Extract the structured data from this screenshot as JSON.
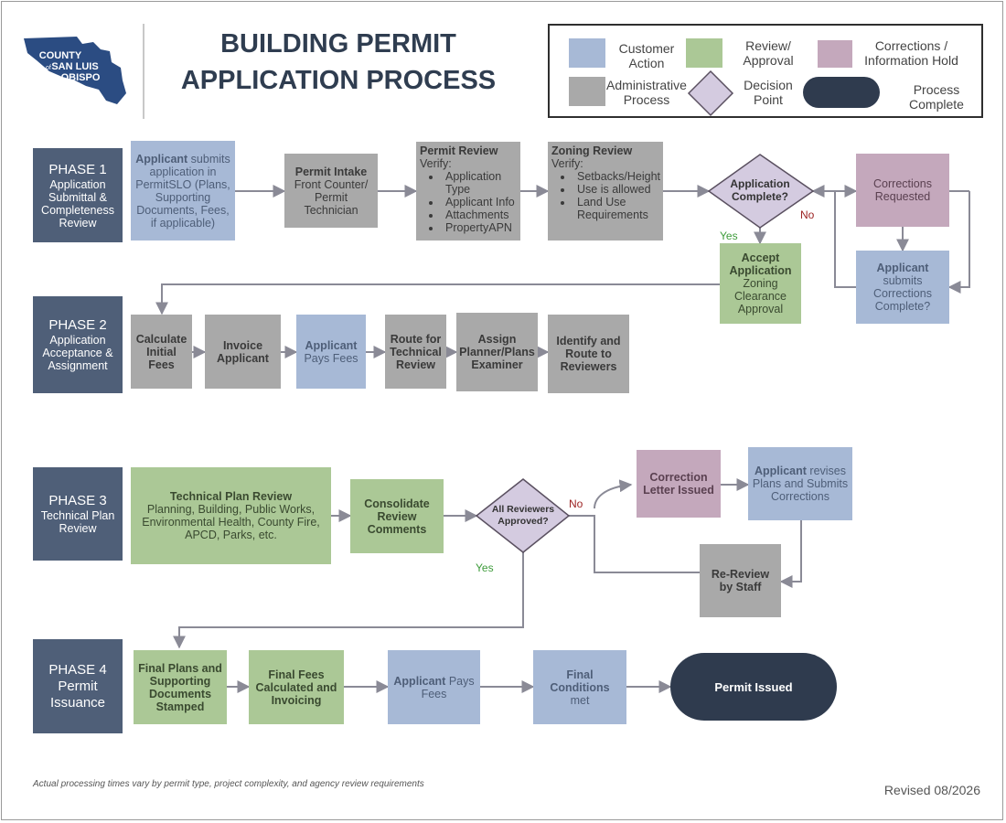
{
  "title": {
    "line1": "BUILDING PERMIT",
    "line2": "APPLICATION  PROCESS"
  },
  "logo": {
    "line1": "COUNTY",
    "line2": "SAN LUIS",
    "line3": "OBISPO",
    "of": "of"
  },
  "legend": {
    "customer": {
      "l1": "Customer",
      "l2": "Action"
    },
    "review": {
      "l1": "Review/",
      "l2": "Approval"
    },
    "corrections": {
      "l1": "Corrections /",
      "l2": "Information Hold"
    },
    "admin": {
      "l1": "Administrative",
      "l2": "Process"
    },
    "decision": {
      "l1": "Decision",
      "l2": "Point"
    },
    "complete": "Process Complete"
  },
  "phase1": {
    "label": {
      "title": "PHASE 1",
      "sub": "Application Submittal & Completeness Review"
    },
    "submit": {
      "b": "Applicant",
      "t1": " submits application in PermitSLO (Plans, Supporting Documents, Fees, if applicable)"
    },
    "intake": {
      "b": "Permit Intake",
      "t": "Front Counter/ Permit Technician"
    },
    "permit_review": {
      "b": "Permit Review",
      "verify": "Verify:",
      "items": [
        "Application Type",
        "Applicant Info",
        "Attachments",
        "PropertyAPN"
      ]
    },
    "zoning_review": {
      "b": "Zoning Review",
      "verify": "Verify:",
      "items": [
        "Setbacks/Height",
        "Use is allowed",
        "Land Use Requirements"
      ]
    },
    "decision": "Application Complete?",
    "yes": "Yes",
    "no": "No",
    "corrections_requested": "Corrections Requested",
    "applicant_submits": {
      "b": "Applicant",
      "t": "submits Corrections Complete?"
    },
    "accept": {
      "b": "Accept Application",
      "t": "Zoning Clearance Approval"
    }
  },
  "phase2": {
    "label": {
      "title": "PHASE 2",
      "sub": "Application Acceptance & Assignment"
    },
    "calc": "Calculate Initial Fees",
    "invoice": "Invoice Applicant",
    "pays": {
      "b": "Applicant",
      "t": "Pays Fees"
    },
    "route": "Route for Technical Review",
    "assign": "Assign Planner/Plans Examiner",
    "identify": "Identify and Route to Reviewers"
  },
  "phase3": {
    "label": {
      "title": "PHASE 3",
      "sub": "Technical Plan Review"
    },
    "tech": {
      "b": "Technical Plan Review",
      "t": "Planning, Building, Public Works, Environmental Health, County Fire, APCD, Parks, etc."
    },
    "consolidate": "Consolidate Review Comments",
    "decision": "All Reviewers Approved?",
    "no": "No",
    "yes": "Yes",
    "correction_letter": "Correction Letter Issued",
    "applicant_revises": {
      "b": "Applicant",
      "t": " revises Plans and Submits Corrections"
    },
    "rereview": "Re-Review by Staff"
  },
  "phase4": {
    "label": {
      "title": "PHASE 4",
      "sub": "Permit Issuance"
    },
    "final_plans": "Final Plans and Supporting Documents Stamped",
    "final_fees": "Final Fees Calculated and Invoicing",
    "pays": {
      "b": "Applicant",
      "t": " Pays Fees"
    },
    "conditions": {
      "b": "Final Conditions",
      "t": "met"
    },
    "issued": "Permit Issued"
  },
  "footnote": "Actual processing times vary by permit type, project complexity, and agency review requirements",
  "revised": "Revised 08/2026",
  "colors": {
    "customer": "#a7b9d6",
    "review": "#abc896",
    "admin": "#a9a9a9",
    "corrections": "#c4a8bc",
    "decision": "#d4cbe0",
    "phase": "#4f5f78",
    "complete": "#2f3b4e"
  }
}
